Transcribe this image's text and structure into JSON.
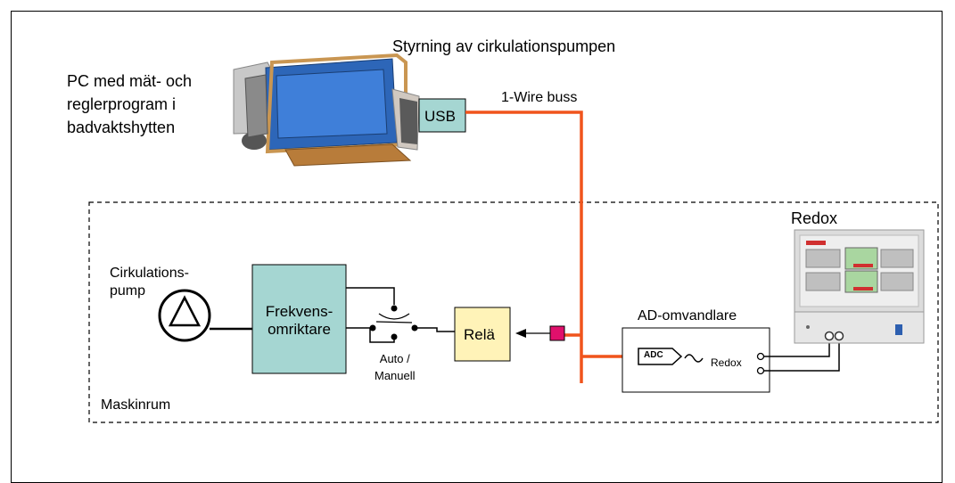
{
  "title": "Styrning av cirkulationspumpen",
  "pc_label": [
    "PC med mät- och",
    "reglerprogram i",
    "badvaktshytten"
  ],
  "usb_label": "USB",
  "bus_label": "1-Wire buss",
  "redox_title": "Redox",
  "pump_label": [
    "Cirkulations-",
    "pump"
  ],
  "vfd_label": [
    "Frekvens-",
    "omriktare"
  ],
  "switch_label": [
    "Auto /",
    "Manuell"
  ],
  "relay_label": "Relä",
  "ad_label": "AD-omvandlare",
  "adc_label": "ADC",
  "adc_redox_label": "Redox",
  "room_label": "Maskinrum",
  "colors": {
    "bus": "#f0541c",
    "vfd": "#a5d6d2",
    "relay": "#fff3b8",
    "usb": "#a5d6d2",
    "sensor_node": "#e0106c"
  }
}
